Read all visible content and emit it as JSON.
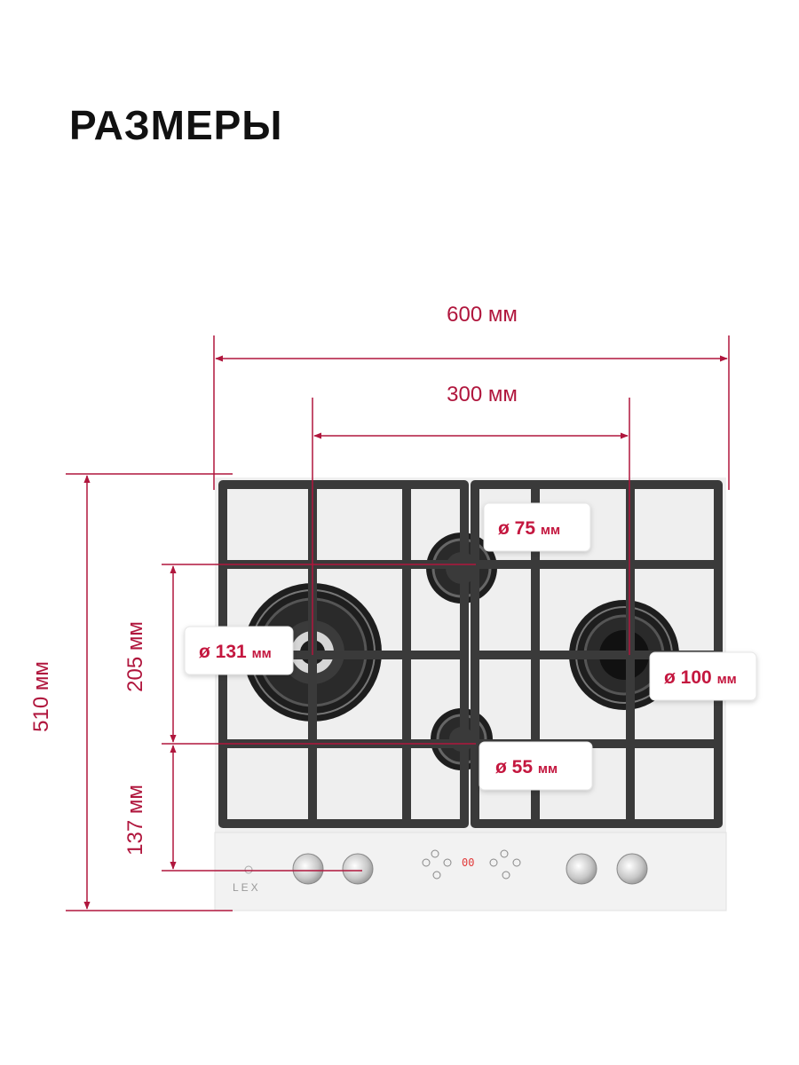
{
  "page": {
    "title": "РАЗМЕРЫ"
  },
  "dimensions": {
    "width_total": "600 мм",
    "burner_spacing": "300 мм",
    "depth_total": "510 мм",
    "depth_mid": "205 мм",
    "depth_front": "137 мм"
  },
  "burners": {
    "top_center": {
      "symbol": "ø",
      "value": "75",
      "unit": "мм"
    },
    "left": {
      "symbol": "ø",
      "value": "131",
      "unit": "мм"
    },
    "right": {
      "symbol": "ø",
      "value": "100",
      "unit": "мм"
    },
    "bottom_center": {
      "symbol": "ø",
      "value": "55",
      "unit": "мм"
    }
  },
  "control_panel": {
    "brand": "LEX",
    "display": "00"
  },
  "colors": {
    "accent": "#c4173f",
    "grate": "#3a3a3a",
    "glass": "#efefef",
    "panel": "#f2f2f2"
  }
}
